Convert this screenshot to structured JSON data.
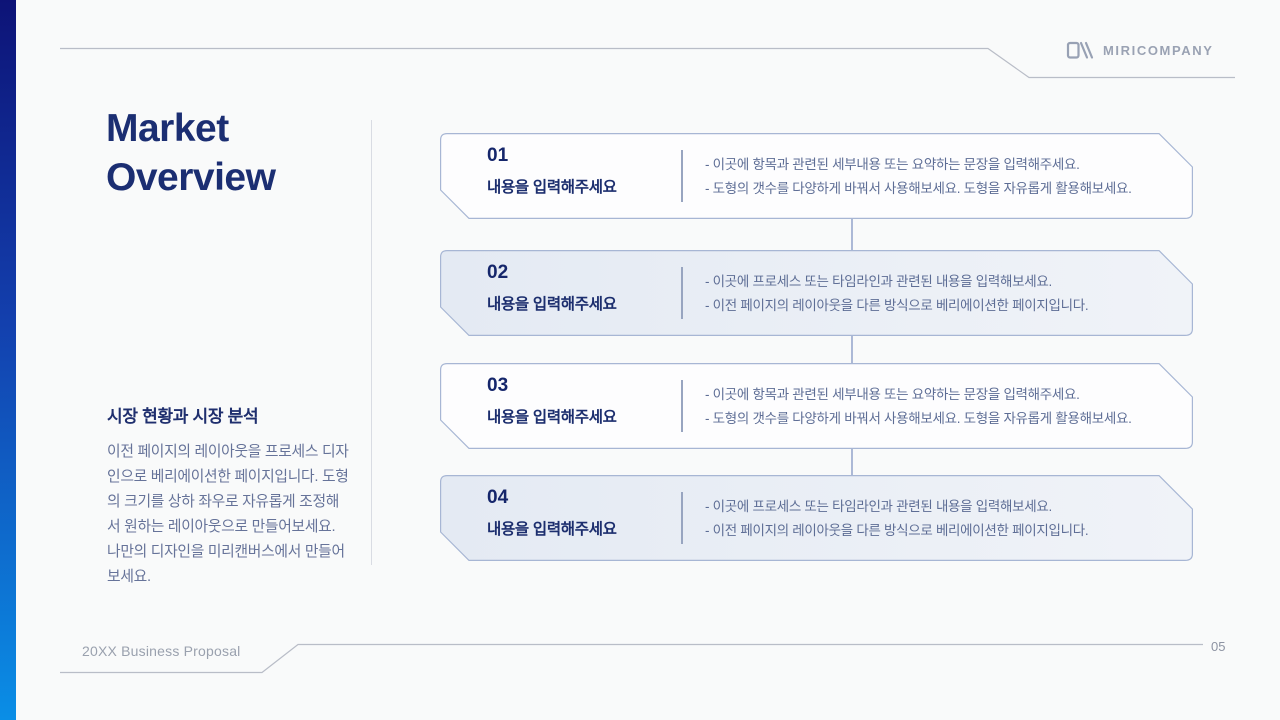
{
  "header": {
    "company": "MIRICOMPANY"
  },
  "title": {
    "line1": "Market",
    "line2": "Overview"
  },
  "sidebar": {
    "heading": "시장 현황과 시장 분석",
    "body": "이전 페이지의 레이아웃을 프로세스 디자인으로 베리에이션한 페이지입니다. 도형의 크기를 상하 좌우로 자유롭게 조정해서 원하는 레이아웃으로 만들어보세요. 나만의 디자인을 미리캔버스에서 만들어 보세요."
  },
  "steps": [
    {
      "number": "01",
      "label": "내용을 입력해주세요",
      "line1": "- 이곳에 항목과 관련된 세부내용 또는 요약하는 문장을 입력해주세요.",
      "line2": "- 도형의 갯수를 다양하게 바꿔서 사용해보세요. 도형을 자유롭게 활용해보세요."
    },
    {
      "number": "02",
      "label": "내용을 입력해주세요",
      "line1": "- 이곳에 프로세스 또는 타임라인과 관련된 내용을 입력해보세요.",
      "line2": "- 이전 페이지의 레이아웃을 다른 방식으로 베리에이션한 페이지입니다."
    },
    {
      "number": "03",
      "label": "내용을 입력해주세요",
      "line1": "- 이곳에 항목과 관련된 세부내용 또는 요약하는 문장을 입력해주세요.",
      "line2": "- 도형의 갯수를 다양하게 바꿔서 사용해보세요. 도형을 자유롭게 활용해보세요."
    },
    {
      "number": "04",
      "label": "내용을 입력해주세요",
      "line1": "- 이곳에 프로세스 또는 타임라인과 관련된 내용을 입력해보세요.",
      "line2": "- 이전 페이지의 레이아웃을 다른 방식으로 베리에이션한 페이지입니다."
    }
  ],
  "footer": {
    "left": "20XX Business Proposal",
    "page_number": "05"
  },
  "colors": {
    "accent_top": "#0d1377",
    "accent_bottom": "#0a8ee6",
    "title_navy": "#1b2e72",
    "box_border": "#a7b6d4",
    "box_fill_tinted": "#e4eaf3",
    "desc_text": "#5d6d95",
    "rule_gray": "#b9bdc7"
  }
}
